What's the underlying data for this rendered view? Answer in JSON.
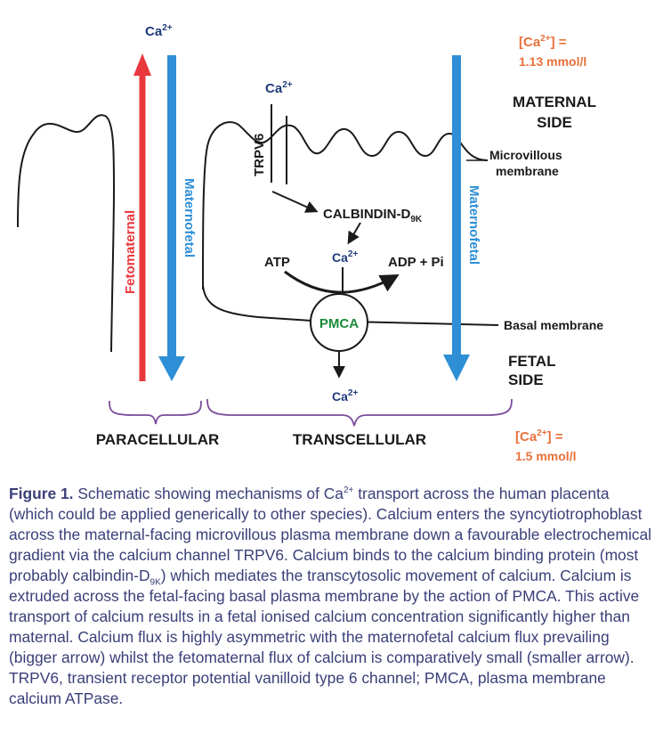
{
  "labels": {
    "ca_top": "Ca",
    "ca_trpv6": "Ca",
    "ca_center": "Ca",
    "ca_bottom": "Ca",
    "ca_charge": "2+",
    "trpv6": "TRPV6",
    "calbindin": "CALBINDIN-D",
    "calbindin_sub": "9K",
    "atp": "ATP",
    "adp": "ADP + Pi",
    "pmca": "PMCA",
    "fetomaternal": "Fetomaternal",
    "maternofetal": "Maternofetal",
    "maternal_side_1": "MATERNAL",
    "maternal_side_2": "SIDE",
    "fetal_side_1": "FETAL",
    "fetal_side_2": "SIDE",
    "microvillous_1": "Microvillous",
    "microvillous_2": "membrane",
    "basal_membrane": "Basal membrane",
    "paracellular": "PARACELLULAR",
    "transcellular": "TRANSCELLULAR",
    "conc_maternal_open": "[Ca",
    "conc_maternal_close": "] =",
    "conc_maternal_value": "1.13 mmol/l",
    "conc_fetal_open": "[Ca",
    "conc_fetal_close": "] =",
    "conc_fetal_value": "1.5 mmol/l"
  },
  "colors": {
    "fetomaternal_arrow": "#e8383d",
    "maternofetal_arrow": "#2e8fd6",
    "pmca_text": "#1a8a3a",
    "concentration_text": "#e8713b",
    "brace": "#7a4a9a",
    "caption_text": "#3a3f78",
    "ca_top_text": "#1f3a7a"
  },
  "caption": {
    "figure_label": "Figure 1.",
    "t1": " Schematic showing mechanisms of Ca",
    "t1_sup": "2+",
    "t2": " transport across the human placenta (which could be applied generically to other species). Calcium enters the syncytiotrophoblast across the maternal-facing microvillous plasma membrane down a favourable electrochemical gradient via the calcium channel TRPV6. Calcium binds to the calcium binding protein (most probably calbindin-D",
    "t2_sub": "9K",
    "t3": ") which mediates the transcytosolic movement of calcium. Calcium is extruded across the fetal-facing basal plasma membrane by the action of PMCA. This active transport of calcium results in a fetal ionised calcium concentration significantly higher than maternal. Calcium flux is highly asymmetric with the maternofetal calcium flux prevailing (bigger arrow) whilst the fetomaternal flux of calcium is comparatively small (smaller arrow). TRPV6, transient receptor potential vanilloid type 6 channel; PMCA, plasma membrane calcium ATPase."
  }
}
